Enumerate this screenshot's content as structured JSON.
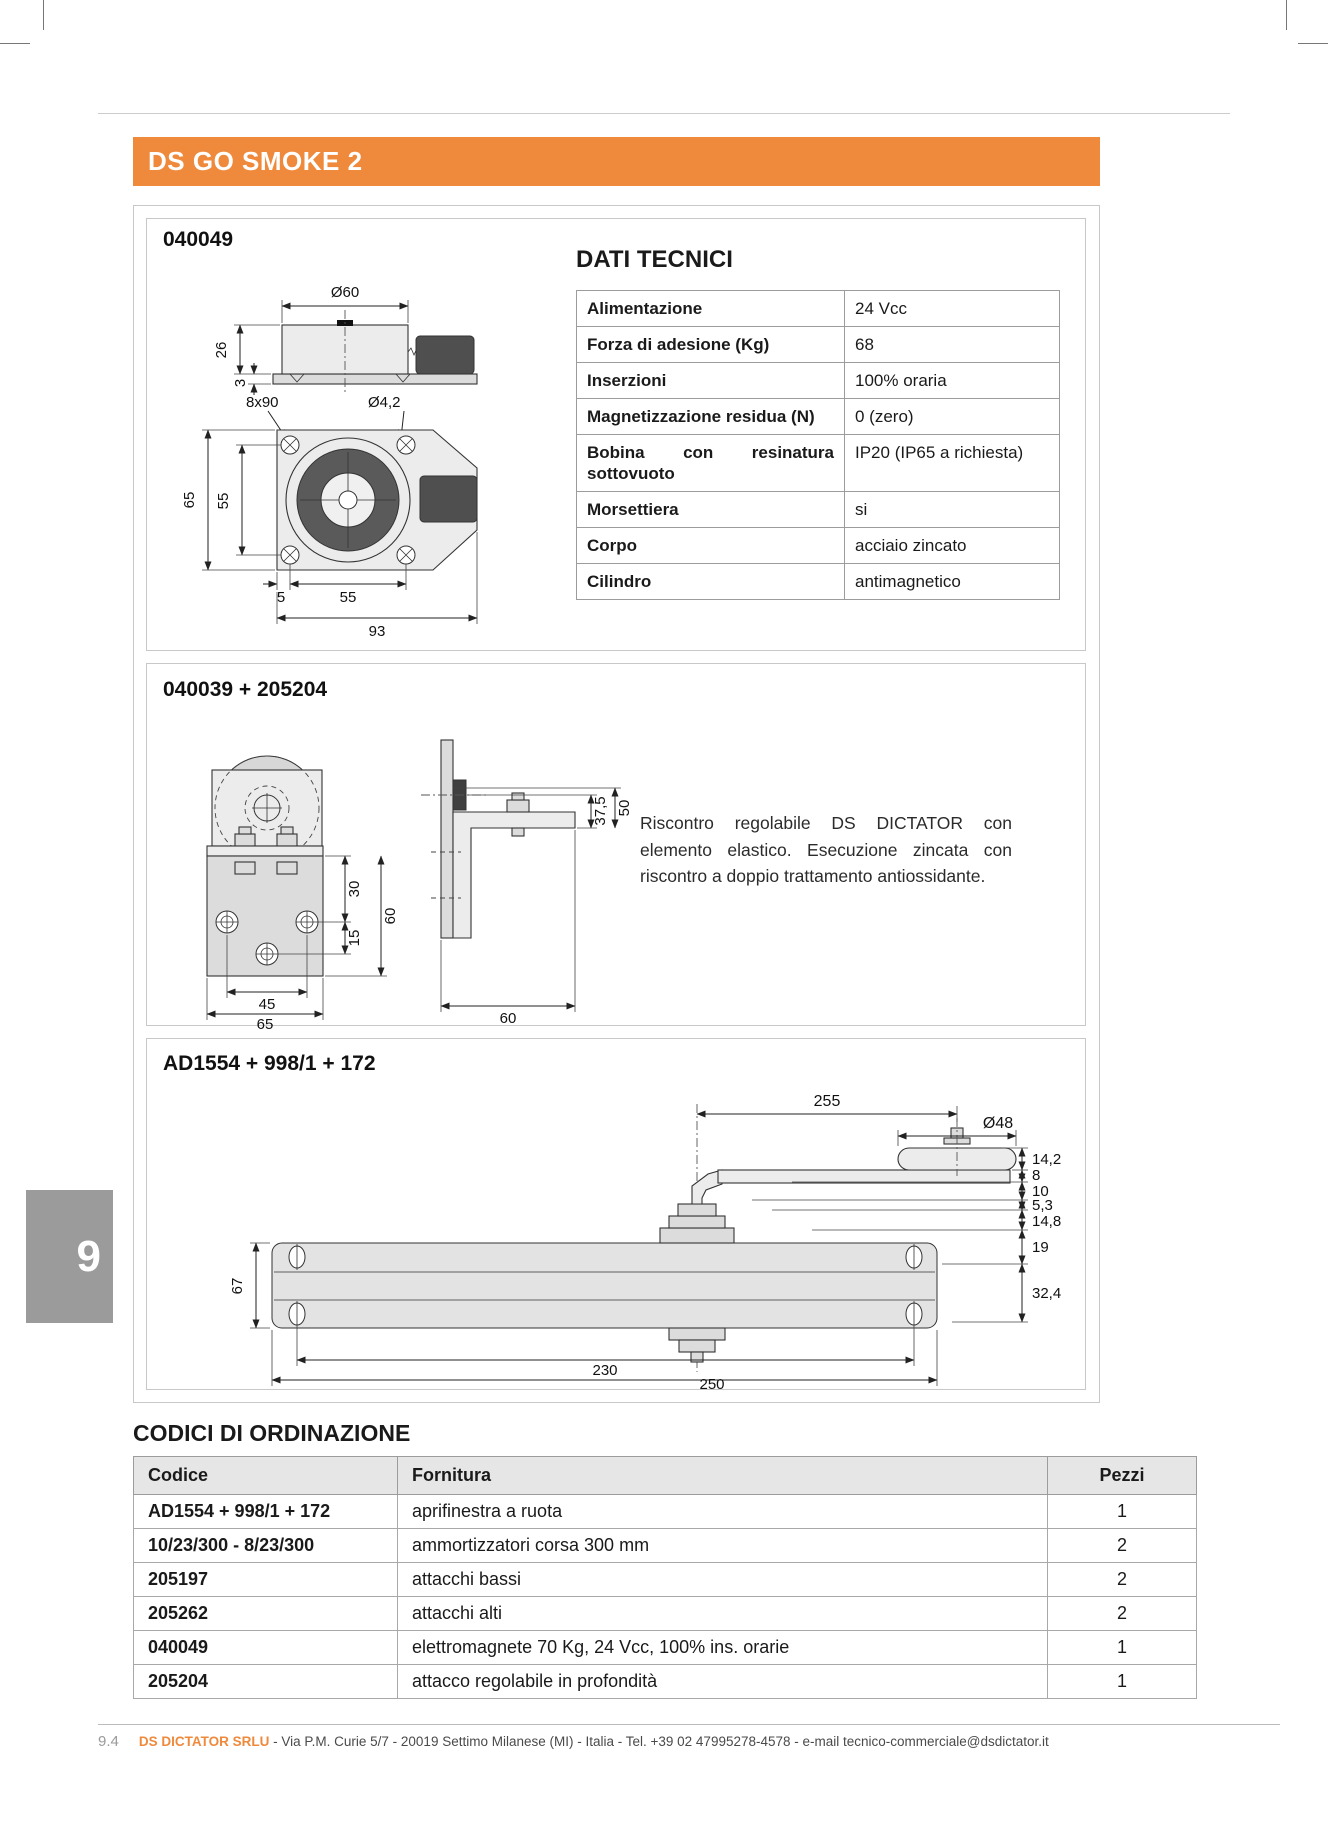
{
  "header": {
    "title": "DS GO SMOKE 2"
  },
  "tab": {
    "chapter": "9"
  },
  "section1": {
    "code": "040049",
    "tech_title": "DATI TECNICI",
    "table": [
      {
        "label": "Alimentazione",
        "value": "24 Vcc"
      },
      {
        "label": "Forza di adesione (Kg)",
        "value": "68"
      },
      {
        "label": "Inserzioni",
        "value": "100% oraria"
      },
      {
        "label": "Magnetizzazione residua (N)",
        "value": "0 (zero)"
      },
      {
        "label": "Bobina con resinatura sottovuoto",
        "value": "IP20 (IP65 a richiesta)"
      },
      {
        "label": "Morsettiera",
        "value": "si"
      },
      {
        "label": "Corpo",
        "value": "acciaio zincato"
      },
      {
        "label": "Cilindro",
        "value": "antimagnetico"
      }
    ],
    "dims": {
      "dia60": "Ø60",
      "h26": "26",
      "t3": "3",
      "holes": "8x90",
      "dia42": "Ø4,2",
      "v65": "65",
      "v55": "55",
      "b5": "5",
      "b55": "55",
      "b93": "93"
    }
  },
  "section2": {
    "code": "040039 + 205204",
    "description": "Riscontro regolabile DS DICTATOR con elemento elastico. Esecuzione zincata con riscontro a doppio trattamento antiossidante.",
    "dims": {
      "d30": "30",
      "d60v": "60",
      "d15": "15",
      "d45": "45",
      "d65": "65",
      "d375": "37,5",
      "d50": "50",
      "d60b": "60"
    }
  },
  "section3": {
    "code": "AD1554 + 998/1 + 172",
    "dims": {
      "d255": "255",
      "dia48": "Ø48",
      "d142": "14,2",
      "d8": "8",
      "d10": "10",
      "d53": "5,3",
      "d148": "14,8",
      "d19": "19",
      "d324": "32,4",
      "d67": "67",
      "d230": "230",
      "d250": "250"
    }
  },
  "ordering": {
    "title": "CODICI DI ORDINAZIONE",
    "columns": [
      "Codice",
      "Fornitura",
      "Pezzi"
    ],
    "rows": [
      {
        "codice": "AD1554 + 998/1 + 172",
        "fornitura": "aprifinestra a ruota",
        "pezzi": "1"
      },
      {
        "codice": "10/23/300 - 8/23/300",
        "fornitura": "ammortizzatori corsa 300 mm",
        "pezzi": "2"
      },
      {
        "codice": "205197",
        "fornitura": "attacchi bassi",
        "pezzi": "2"
      },
      {
        "codice": "205262",
        "fornitura": "attacchi alti",
        "pezzi": "2"
      },
      {
        "codice": "040049",
        "fornitura": "elettromagnete 70 Kg, 24 Vcc, 100% ins. orarie",
        "pezzi": "1"
      },
      {
        "codice": "205204",
        "fornitura": "attacco regolabile in profondità",
        "pezzi": "1"
      }
    ]
  },
  "footer": {
    "page_number": "9.4",
    "company": "DS DICTATOR SRLU",
    "info": " - Via P.M. Curie 5/7 - 20019 Settimo Milanese (MI) - Italia - Tel. +39 02 47995278-4578 - e-mail tecnico-commerciale@dsdictator.it"
  },
  "colors": {
    "accent": "#ef8a3d",
    "tab_gray": "#9b9b9b"
  }
}
